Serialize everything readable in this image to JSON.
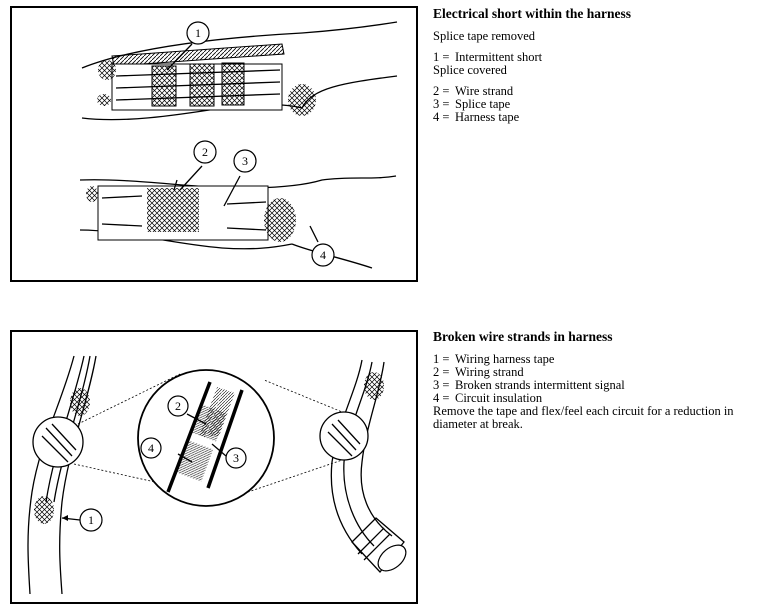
{
  "section1": {
    "title": "Electrical short within the harness",
    "subhead_a": "Splice tape removed",
    "items_a": [
      {
        "num": "1 =",
        "text": "Intermittent short"
      }
    ],
    "subhead_b": "Splice covered",
    "items_b": [
      {
        "num": "2 =",
        "text": "Wire strand"
      },
      {
        "num": "3 =",
        "text": "Splice tape"
      },
      {
        "num": "4 =",
        "text": "Harness tape"
      }
    ],
    "callouts": [
      "1",
      "2",
      "3",
      "4"
    ]
  },
  "section2": {
    "title": "Broken wire strands in harness",
    "items": [
      {
        "num": "1 =",
        "text": "Wiring harness tape"
      },
      {
        "num": "2 =",
        "text": "Wiring strand"
      },
      {
        "num": "3 =",
        "text": "Broken strands intermittent signal"
      },
      {
        "num": "4 =",
        "text": "Circuit insulation"
      }
    ],
    "note": "Remove the tape and flex/feel each circuit for a reduction in diameter at break.",
    "callouts": [
      "1",
      "2",
      "3",
      "4"
    ]
  },
  "icons": [
    "harness-illustration-icon",
    "broken-strand-illustration-icon"
  ]
}
